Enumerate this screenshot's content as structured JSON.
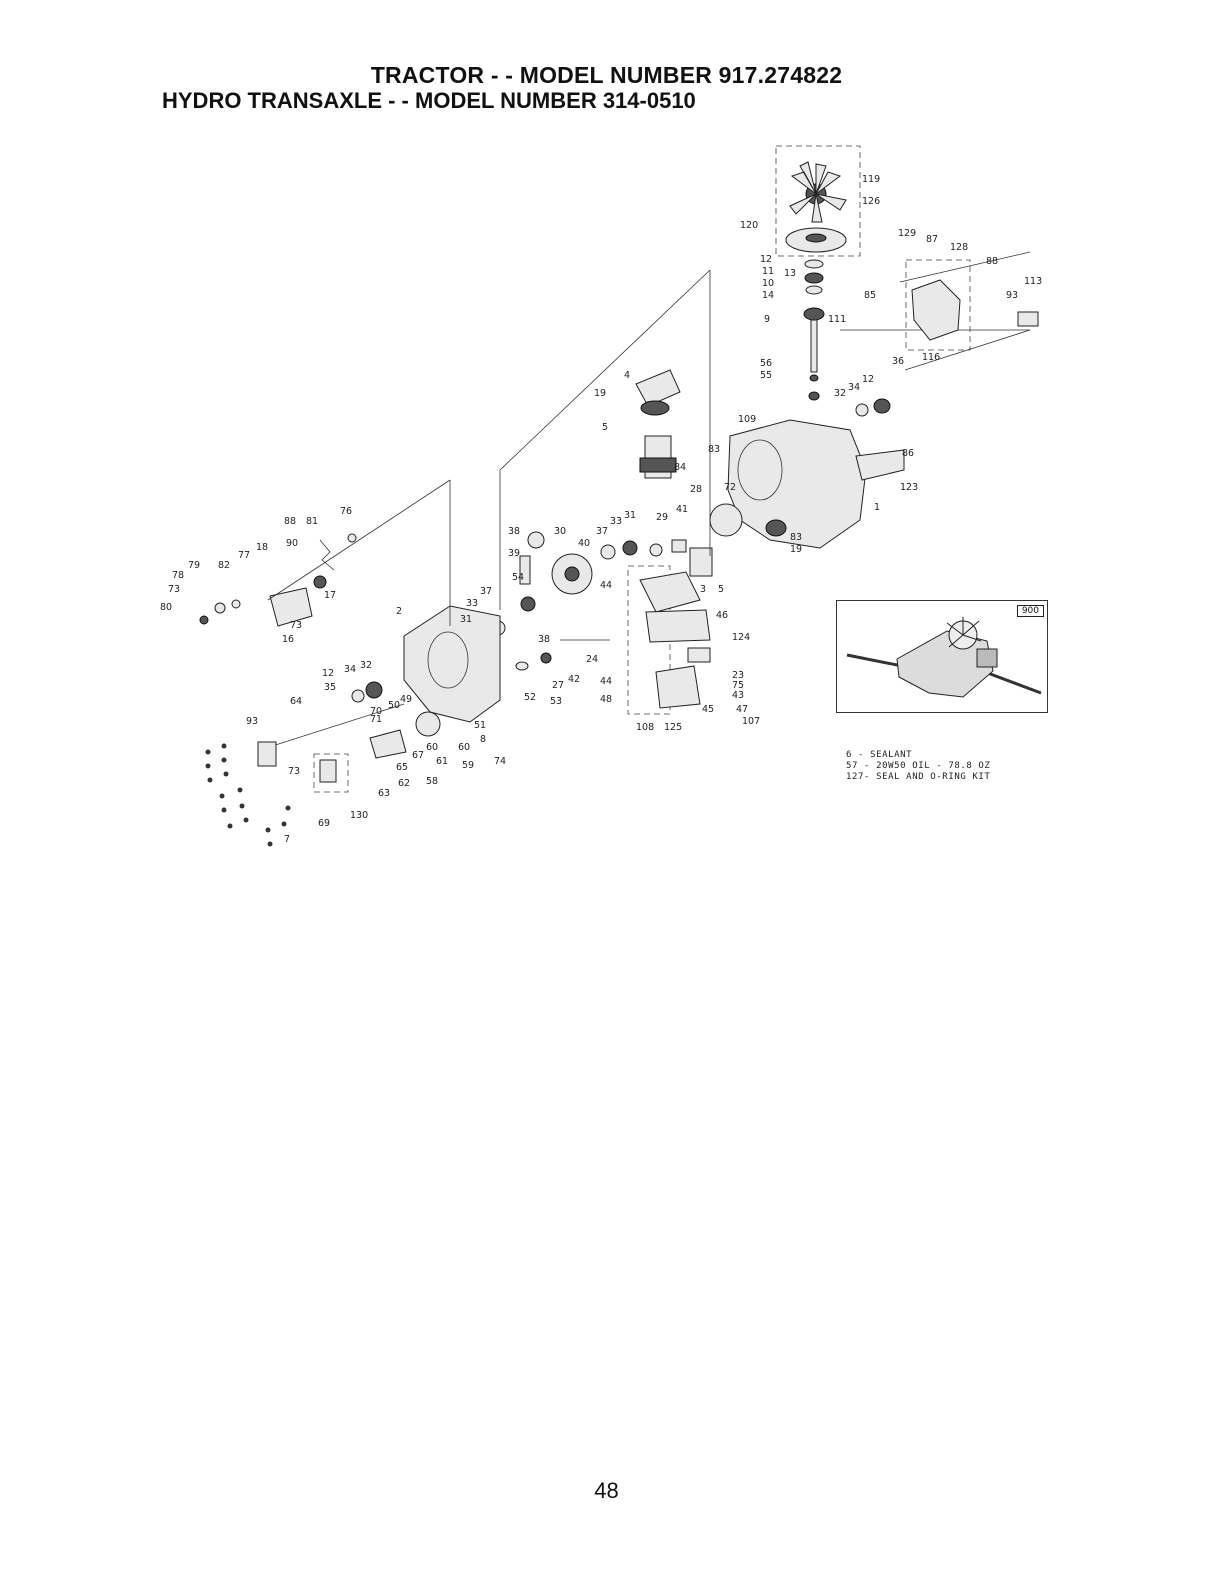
{
  "title": "TRACTOR - - MODEL NUMBER 917.274822",
  "subtitle": "HYDRO TRANSAXLE - - MODEL NUMBER 314-0510",
  "inset_badge": "900",
  "notes": [
    "6  -  SEALANT",
    "57  -  20W50 OIL  -  78.8 OZ",
    "127-  SEAL AND O-RING KIT"
  ],
  "page_number": "48",
  "callouts": [
    "119",
    "126",
    "120",
    "129",
    "87",
    "128",
    "12",
    "11",
    "13",
    "10",
    "14",
    "88",
    "113",
    "85",
    "93",
    "9",
    "111",
    "116",
    "36",
    "56",
    "55",
    "12",
    "34",
    "32",
    "4",
    "19",
    "109",
    "83",
    "86",
    "5",
    "84",
    "123",
    "72",
    "28",
    "41",
    "29",
    "1",
    "83",
    "19",
    "76",
    "88",
    "81",
    "90",
    "18",
    "38",
    "30",
    "40",
    "37",
    "33",
    "31",
    "79",
    "82",
    "77",
    "39",
    "17",
    "78",
    "54",
    "73",
    "80",
    "37",
    "44",
    "3",
    "5",
    "16",
    "73",
    "33",
    "31",
    "46",
    "2",
    "38",
    "124",
    "32",
    "12",
    "34",
    "35",
    "64",
    "27",
    "42",
    "44",
    "24",
    "23",
    "75",
    "43",
    "49",
    "50",
    "71",
    "70",
    "52",
    "53",
    "48",
    "47",
    "107",
    "45",
    "93",
    "108",
    "125",
    "8",
    "60",
    "74",
    "60",
    "59",
    "67",
    "61",
    "73",
    "65",
    "62",
    "58",
    "63",
    "130",
    "69",
    "7",
    "51"
  ]
}
